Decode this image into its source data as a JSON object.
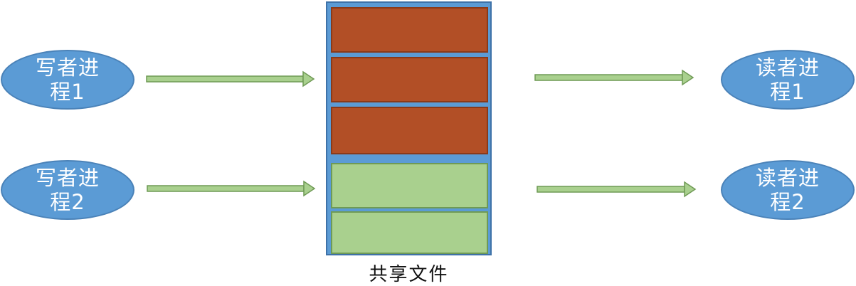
{
  "writers": [
    {
      "label": "写者进程1"
    },
    {
      "label": "写者进程2"
    }
  ],
  "readers": [
    {
      "label": "读者进程1"
    },
    {
      "label": "读者进程2"
    }
  ],
  "shared_file": {
    "label": "共享文件",
    "blocks": [
      {
        "state": "written"
      },
      {
        "state": "written"
      },
      {
        "state": "written"
      },
      {
        "state": "empty"
      },
      {
        "state": "empty"
      }
    ]
  },
  "colors": {
    "process_fill": "#5b9bd5",
    "container_fill": "#5b9bd5",
    "written_block": "#b24f26",
    "empty_block": "#a9d08e",
    "arrow": "#a9d08e"
  }
}
